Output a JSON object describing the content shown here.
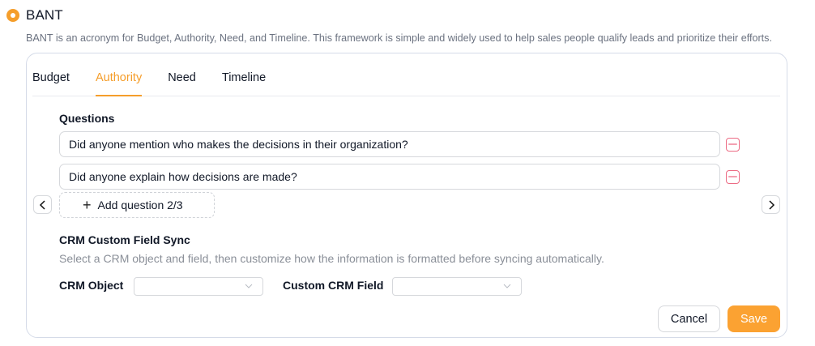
{
  "header": {
    "title": "BANT",
    "description": "BANT is an acronym for Budget, Authority, Need, and Timeline. This framework is simple and widely used to help sales people qualify leads and prioritize their efforts."
  },
  "tabs": [
    {
      "label": "Budget",
      "active": false
    },
    {
      "label": "Authority",
      "active": true
    },
    {
      "label": "Need",
      "active": false
    },
    {
      "label": "Timeline",
      "active": false
    }
  ],
  "questions": {
    "label": "Questions",
    "items": [
      {
        "value": "Did anyone mention who makes the decisions in their organization?"
      },
      {
        "value": "Did anyone explain how decisions are made?"
      }
    ],
    "add_button_label": "Add question 2/3"
  },
  "crm_sync": {
    "title": "CRM Custom Field Sync",
    "description": "Select a CRM object and field, then customize how the information is formatted before syncing automatically.",
    "crm_object_label": "CRM Object",
    "crm_object_value": "",
    "custom_field_label": "Custom CRM Field",
    "custom_field_value": ""
  },
  "actions": {
    "cancel_label": "Cancel",
    "save_label": "Save"
  },
  "colors": {
    "accent": "#f59e2b",
    "save_button": "#fba232",
    "remove_icon": "#ec6b84",
    "card_border": "#d5dbe8"
  }
}
